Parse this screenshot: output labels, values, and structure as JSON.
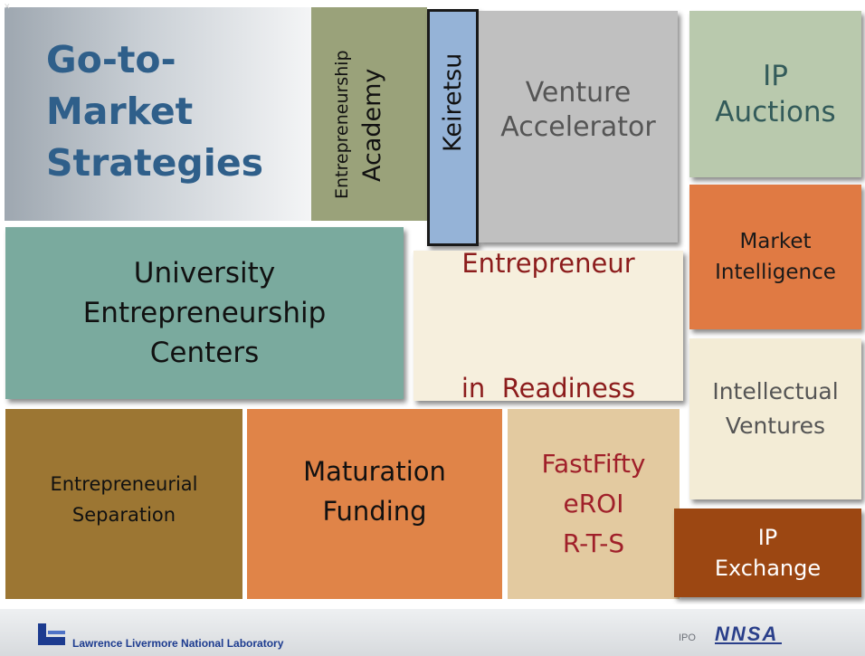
{
  "title": {
    "lines": [
      "Go-to-",
      "Market",
      "Strategies"
    ]
  },
  "tiles": {
    "academy": {
      "small": "Entrepreneurship",
      "large": "Academy"
    },
    "keiretsu": {
      "label": "Keiretsu"
    },
    "venture": {
      "lines": [
        "Venture",
        "Accelerator"
      ]
    },
    "ip_auctions": {
      "lines": [
        "IP",
        "Auctions"
      ]
    },
    "market_intel": {
      "lines": [
        "Market",
        "Intelligence"
      ]
    },
    "university": {
      "lines": [
        "University",
        "Entrepreneurship",
        "Centers"
      ]
    },
    "readiness": {
      "lines": [
        "Entrepreneur",
        "in  Readiness"
      ]
    },
    "intellectual": {
      "lines": [
        "Intellectual",
        "Ventures"
      ]
    },
    "separation": {
      "lines": [
        "Entrepreneurial",
        "Separation"
      ]
    },
    "maturation": {
      "lines": [
        "Maturation",
        "Funding"
      ]
    },
    "fastfifty": {
      "lines": [
        "FastFifty",
        "eROI",
        "R-T-S"
      ]
    },
    "ip_exchange": {
      "lines": [
        "IP",
        "Exchange"
      ]
    }
  },
  "footer": {
    "lab_name": "Lawrence Livermore National Laboratory",
    "ipo": "IPO",
    "nnsa_logo_text": "NNSA"
  },
  "colors": {
    "title_text": "#2f5f8a",
    "academy_bg": "#9aa27a",
    "keiretsu_bg": "#95b3d7",
    "venture_bg": "#c0c0c0",
    "ip_auctions_bg": "#b9c9ad",
    "market_intel_bg": "#e07a43",
    "university_bg": "#7aaa9e",
    "readiness_bg": "#f6efdd",
    "readiness_text": "#8c1c1c",
    "intellectual_bg": "#f3ecd6",
    "separation_bg": "#9c7633",
    "maturation_bg": "#e08448",
    "fastfifty_bg": "#e3caa0",
    "fastfifty_text": "#a0202a",
    "ip_exchange_bg": "#9c4712",
    "lab_blue": "#1c3b8f"
  }
}
